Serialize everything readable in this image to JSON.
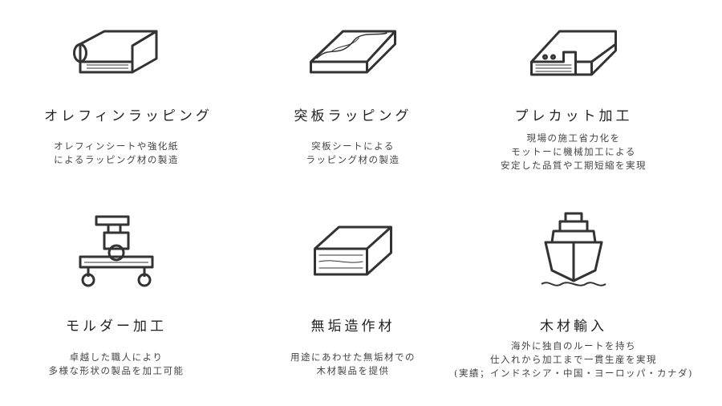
{
  "services": [
    {
      "title": "オレフィンラッピング",
      "desc": [
        "オレフィンシートや強化紙",
        "によるラッピング材の製造"
      ],
      "icon": "wrapped-board-icon"
    },
    {
      "title": "突板ラッピング",
      "desc": [
        "突板シートによる",
        "ラッピング材の製造"
      ],
      "icon": "veneer-board-icon"
    },
    {
      "title": "プレカット加工",
      "desc": [
        "現場の施工省力化を",
        "モットーに機械加工による",
        "安定した品質や工期短縮を実現"
      ],
      "icon": "precut-board-icon"
    },
    {
      "title": "モルダー加工",
      "desc": [
        "卓越した職人により",
        "多様な形状の製品を加工可能"
      ],
      "icon": "molder-machine-icon"
    },
    {
      "title": "無垢造作材",
      "desc": [
        "用途にあわせた無垢材での",
        "木材製品を提供"
      ],
      "icon": "solid-wood-icon"
    },
    {
      "title": "木材輸入",
      "desc": [
        "海外に独自のルートを持ち",
        "仕入れから加工まで一貫生産を実現",
        "(実績；インドネシア・中国・ヨーロッパ・カナダ)"
      ],
      "icon": "ship-icon"
    }
  ]
}
